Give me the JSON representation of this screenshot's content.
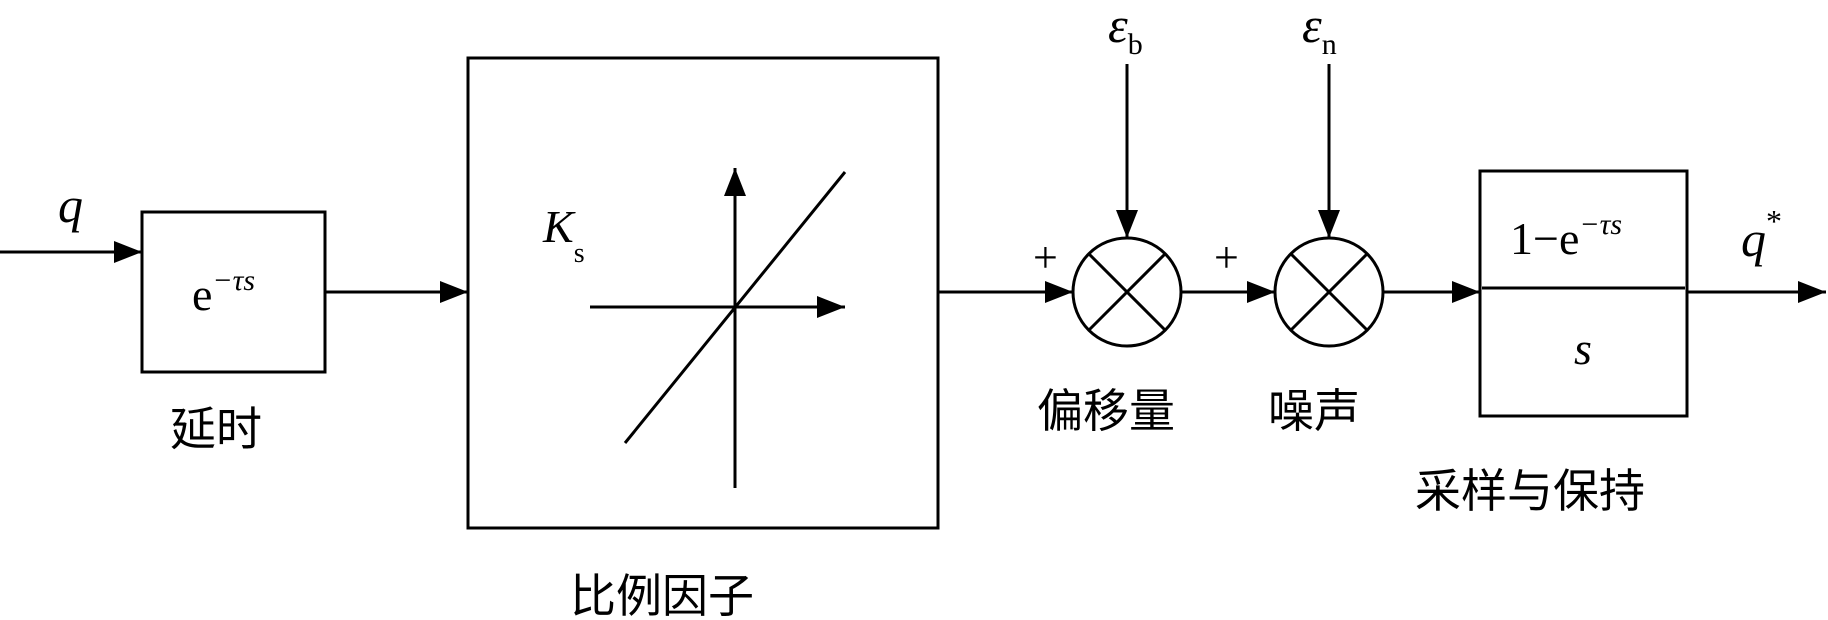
{
  "input_signal": "q",
  "output_signal": {
    "base": "q",
    "sup": "*"
  },
  "delay_block": {
    "expr_base": "e",
    "expr_sup": "−τs",
    "caption": "延时"
  },
  "scale_block": {
    "gain_base": "K",
    "gain_sub": "s",
    "caption": "比例因子"
  },
  "bias_junction": {
    "input_base": "ε",
    "input_sub": "b",
    "sign": "+",
    "caption": "偏移量"
  },
  "noise_junction": {
    "input_base": "ε",
    "input_sub": "n",
    "sign": "+",
    "caption": "噪声"
  },
  "sample_hold_block": {
    "numerator_base": "1−e",
    "numerator_sup": "−τs",
    "denominator": "s",
    "caption": "采样与保持"
  },
  "colors": {
    "line": "#000000",
    "background": "#ffffff"
  }
}
